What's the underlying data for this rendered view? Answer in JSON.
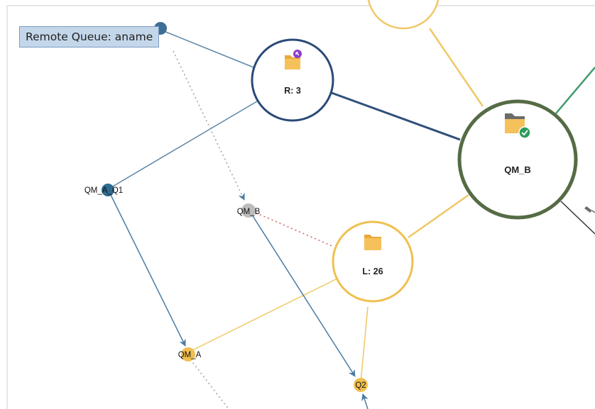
{
  "tooltip": {
    "label": "Remote Queue: aname"
  },
  "nodes": {
    "remote_group": {
      "label": "R: 3",
      "icon": "folder-remote-icon",
      "color": "#2b4a78"
    },
    "qm_b_manager": {
      "label": "QM_B",
      "icon": "folder-check-icon",
      "color": "#556b45"
    },
    "local_group": {
      "label": "L: 26",
      "icon": "folder-icon",
      "color": "#f0c050"
    },
    "q_qm_a_q1": {
      "label": "QM_A_Q1",
      "color": "#2f6b8f"
    },
    "q_qm_b": {
      "label": "QM_B",
      "color": "#c0c0c0"
    },
    "q_qm_a": {
      "label": "QM_A",
      "color": "#f0c050"
    },
    "q_q2": {
      "label": "Q2",
      "color": "#f0c050"
    }
  },
  "colors": {
    "remote_edge": "#5e87a6",
    "local_edge": "#f0c767",
    "manager_edge": "#2f4f7a",
    "green_edge": "#3f9a6a",
    "dotted_remote": "#a0a0a0",
    "dotted_red": "#d06060",
    "arrow": "#4a7ca3"
  }
}
